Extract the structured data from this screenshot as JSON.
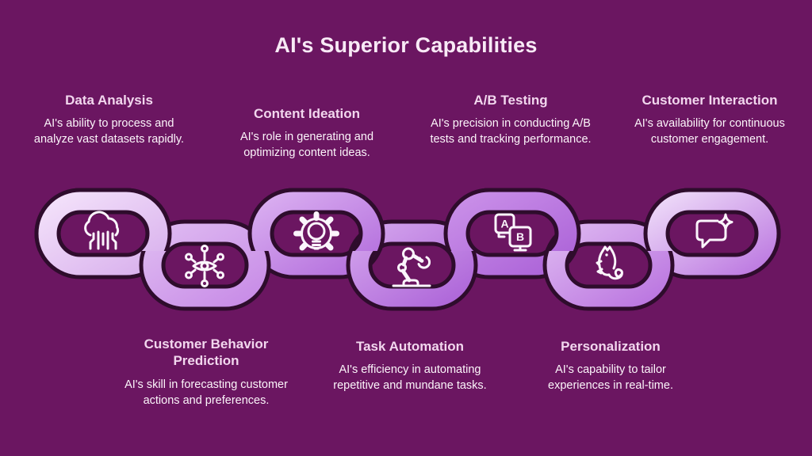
{
  "title": "AI's Superior Capabilities",
  "capabilities": [
    {
      "id": "data-analysis",
      "row": "top",
      "heading": "Data Analysis",
      "description": "AI's ability to process and analyze vast datasets rapidly.",
      "icon": "cloud-data-icon"
    },
    {
      "id": "customer-behavior-prediction",
      "row": "bottom",
      "heading": "Customer Behavior Prediction",
      "description": "AI's skill in forecasting customer actions and preferences.",
      "icon": "network-eye-icon"
    },
    {
      "id": "content-ideation",
      "row": "top",
      "heading": "Content Ideation",
      "description": "AI's role in generating and optimizing content ideas.",
      "icon": "gear-lightbulb-icon"
    },
    {
      "id": "task-automation",
      "row": "bottom",
      "heading": "Task Automation",
      "description": "AI's efficiency in automating repetitive and mundane tasks.",
      "icon": "robot-arm-icon"
    },
    {
      "id": "ab-testing",
      "row": "top",
      "heading": "A/B Testing",
      "description": "AI's precision in conducting A/B tests and tracking performance.",
      "icon": "ab-screens-icon",
      "icon_letters": [
        "A",
        "B"
      ]
    },
    {
      "id": "personalization",
      "row": "bottom",
      "heading": "Personalization",
      "description": "AI's capability to tailor experiences in real-time.",
      "icon": "chameleon-icon"
    },
    {
      "id": "customer-interaction",
      "row": "top",
      "heading": "Customer Interaction",
      "description": "AI's availability for continuous customer engagement.",
      "icon": "chat-sparkle-icon"
    }
  ],
  "colors": {
    "background": "#6B1661",
    "title_text": "#F8EAF6",
    "heading_text": "#F2D7EE",
    "body_text": "#FCF5FA",
    "link_outline": "#2E0C2C",
    "icon_stroke": "#FBF5FC",
    "link_gradients": [
      [
        "#F3E1FA",
        "#D9B1ED"
      ],
      [
        "#DEB9F1",
        "#C88CE7"
      ],
      [
        "#D9ADF0",
        "#B46FDD"
      ],
      [
        "#D2A2EC",
        "#AE66D9"
      ],
      [
        "#C98FE8",
        "#AC63D8"
      ],
      [
        "#DCB5F0",
        "#BB76E0"
      ],
      [
        "#EDD9F8",
        "#BD7AE1"
      ]
    ]
  }
}
